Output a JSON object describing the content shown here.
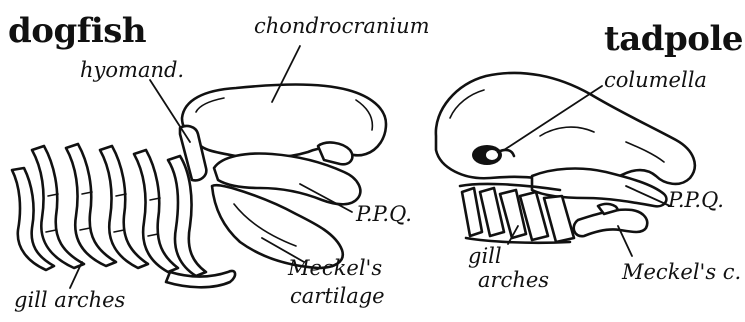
{
  "panels": {
    "left": {
      "title": "dogfish",
      "labels": {
        "chondrocranium": "chondrocranium",
        "hyomandibular": "hyomand.",
        "ppq": "P.P.Q.",
        "meckels_line1": "Meckel's",
        "meckels_line2": "cartilage",
        "gill_arches": "gill arches"
      }
    },
    "right": {
      "title": "tadpole",
      "labels": {
        "columella": "columella",
        "ppq": "P.P.Q.",
        "gill_line1": "gill",
        "gill_line2": "arches",
        "meckels": "Meckel's c."
      }
    }
  }
}
